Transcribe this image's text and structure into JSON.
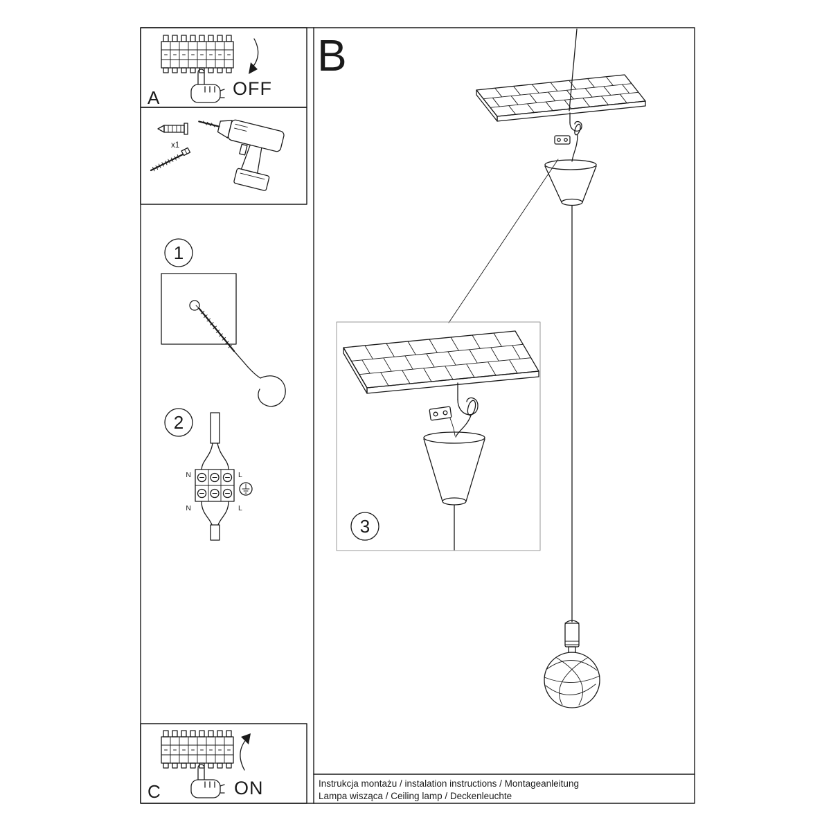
{
  "sheet": {
    "sections": {
      "a": {
        "label": "A",
        "action": "OFF"
      },
      "b": {
        "label": "B"
      },
      "c": {
        "label": "C",
        "action": "ON"
      }
    },
    "tools": {
      "dowel_qty": "x1"
    },
    "steps": {
      "s1": "1",
      "s2": "2",
      "s3": "3"
    },
    "wiring": {
      "n_top": "N",
      "l_top": "L",
      "n_bottom": "N",
      "l_bottom": "L"
    },
    "footer": {
      "line1": "Instrukcja montażu / instalation instructions / Montageanleitung",
      "line2": "Lampa wisząca / Ceiling lamp / Deckenleuchte"
    }
  }
}
